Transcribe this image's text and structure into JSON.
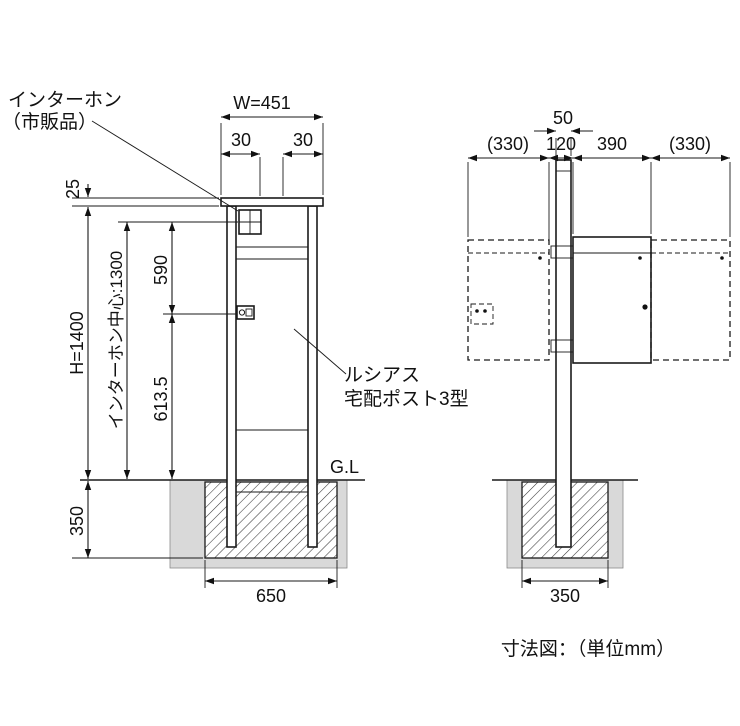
{
  "caption": "寸法図：（単位mm）",
  "labels": {
    "intercom_1": "インターホン",
    "intercom_2": "（市販品）",
    "product_1": "ルシアス",
    "product_2": "宅配ポスト3型",
    "ground": "G.L"
  },
  "front": {
    "dims": {
      "width": "W=451",
      "cap_overhang_left": "30",
      "cap_overhang_right": "30",
      "cap_thickness": "25",
      "height": "H=1400",
      "intercom_center": "インターホン中心:1300",
      "seg_590": "590",
      "seg_613_5": "613.5",
      "embed_depth": "350",
      "footing_width": "650"
    }
  },
  "side": {
    "dims": {
      "pole_width": "50",
      "left_clearance": "(330)",
      "offset_120": "120",
      "box_depth": "390",
      "right_clearance": "(330)",
      "footing_width": "350"
    }
  },
  "colors": {
    "line": "#1a1a1a",
    "soil_fill": "#d9d9d9",
    "background": "#ffffff"
  }
}
